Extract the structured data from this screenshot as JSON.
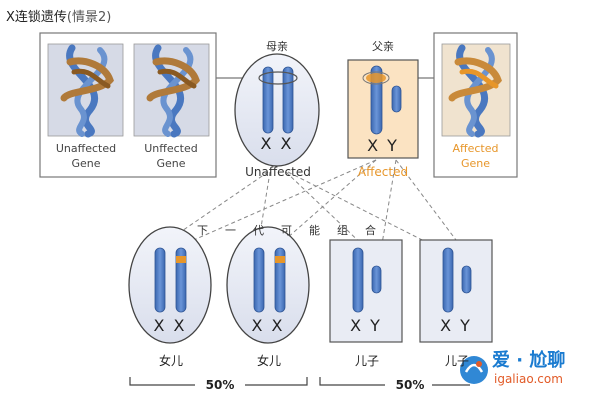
{
  "title": {
    "main": "X连锁遗传",
    "sub": "(情景2)"
  },
  "parents": {
    "mother": {
      "label": "母亲",
      "chromosomes": "X X",
      "status": "Unaffected"
    },
    "father": {
      "label": "父亲",
      "chromosomes": "X Y",
      "status": "Affected"
    }
  },
  "genes": {
    "left_1": [
      "Unaffected",
      "Gene"
    ],
    "left_2": [
      "Unffected",
      "Gene"
    ],
    "right": [
      "Affected",
      "Gene"
    ]
  },
  "next_generation": "下一代可能组合",
  "children": [
    {
      "label": "女儿",
      "chromosomes": "X X"
    },
    {
      "label": "女儿",
      "chromosomes": "X X"
    },
    {
      "label": "儿子",
      "chromosomes": "X Y"
    },
    {
      "label": "儿子",
      "chromosomes": "X Y"
    }
  ],
  "percentages": [
    "50%",
    "50%"
  ],
  "watermark": {
    "name": "爱 · 尬聊",
    "url": "igaliao.com"
  },
  "colors": {
    "chromosome": "#4a78c0",
    "affected": "#e7962a",
    "oval_fill": "#e7ebf4",
    "father_fill": "#fbe3c2",
    "box_fill": "#eef0f6"
  }
}
